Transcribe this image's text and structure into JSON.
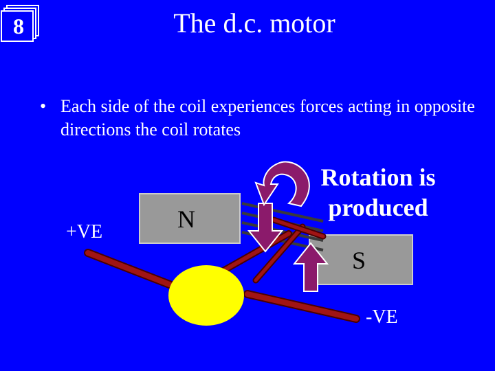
{
  "slide": {
    "number": "8",
    "title": "The d.c. motor",
    "bullet_marker": "•",
    "bullet_text": "Each side of the coil experiences forces acting in opposite directions the coil rotates"
  },
  "diagram": {
    "terminal_positive": "+VE",
    "terminal_negative": "-VE",
    "north_pole": "N",
    "south_pole": "S",
    "rotation_label": "Rotation is produced"
  },
  "colors": {
    "background": "#0000ff",
    "magnet": "#999999",
    "wire": "#a01414",
    "arrow": "#8b1a6b",
    "commutator": "#ffff00"
  }
}
